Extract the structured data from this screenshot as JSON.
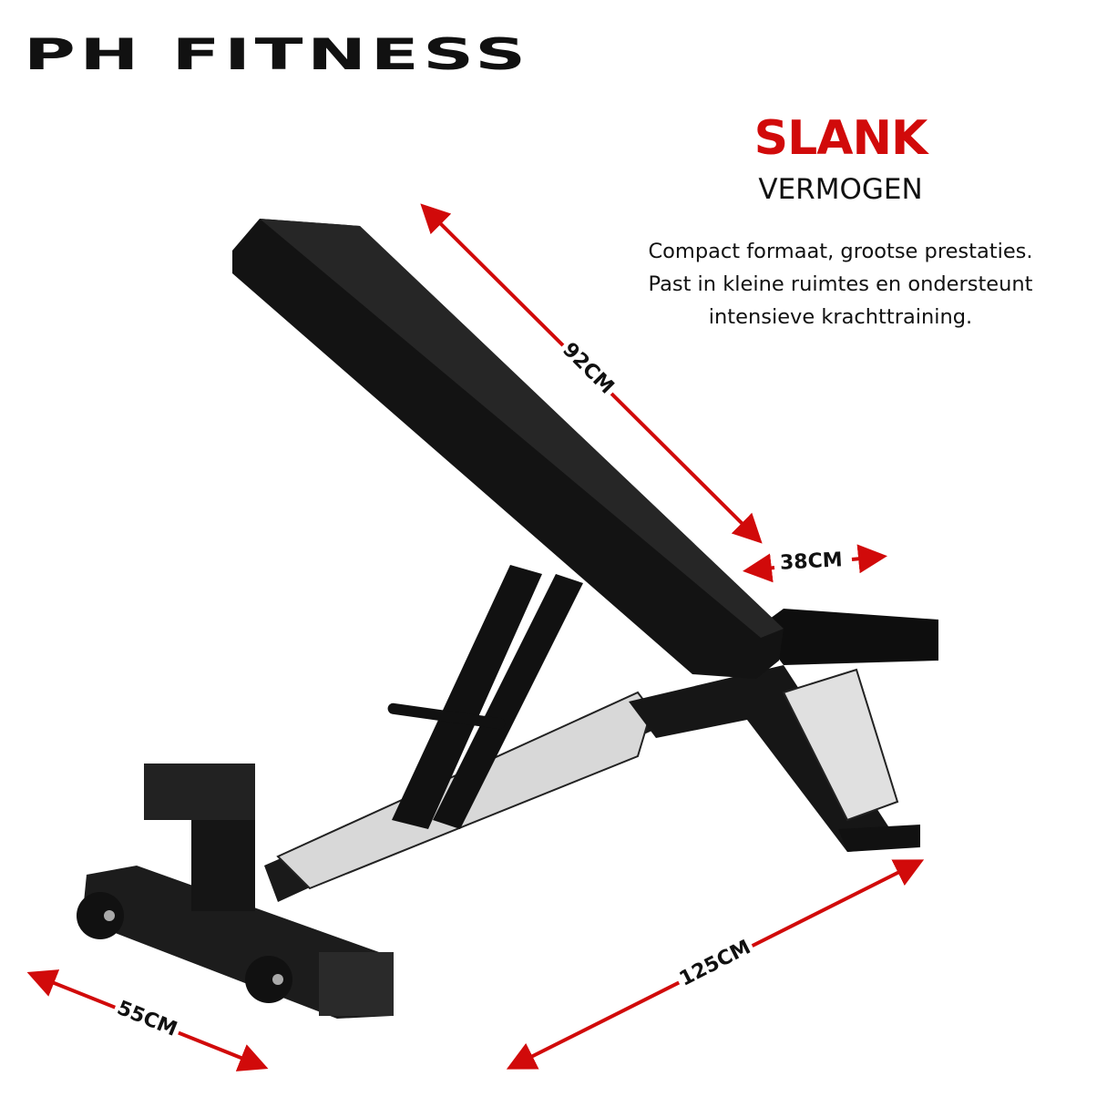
{
  "brand": {
    "logo_text": "PH FITNESS"
  },
  "headline": {
    "title": "SLANK",
    "subtitle": "VERMOGEN",
    "accent_color": "#d10a0a"
  },
  "description": [
    "Compact formaat, grootse prestaties.",
    "Past in kleine ruimtes en ondersteunt",
    "intensieve krachttraining."
  ],
  "dimensions": {
    "backrest_length": "92CM",
    "backrest_width": "38CM",
    "total_length": "125CM",
    "base_width": "55CM"
  },
  "product": {
    "image": "adjustable-weight-bench"
  }
}
